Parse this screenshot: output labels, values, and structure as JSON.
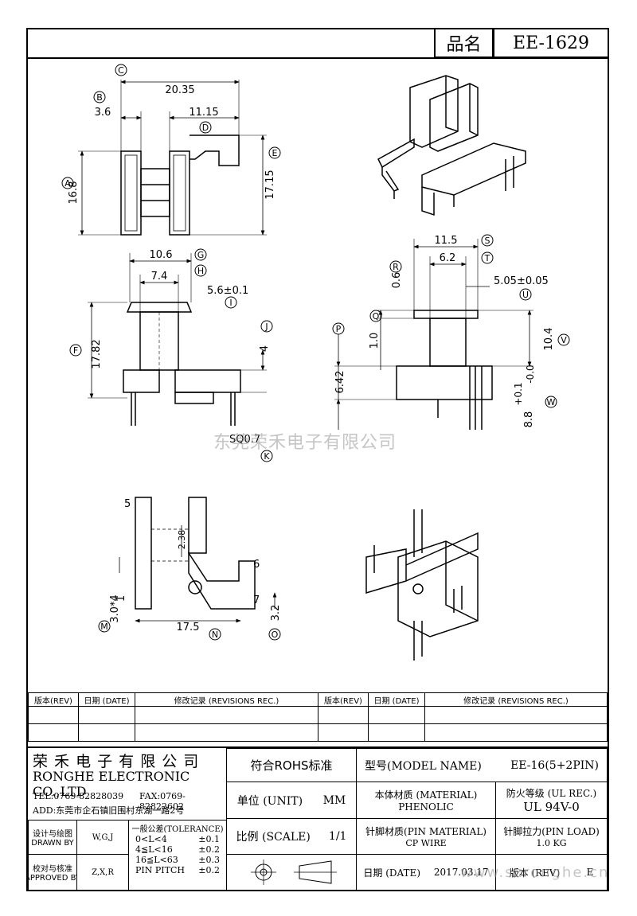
{
  "header": {
    "name_label": "品名",
    "part_no": "EE-1629"
  },
  "views": {
    "top": {
      "C": "20.35",
      "B": "3.6",
      "D": "11.15",
      "A": "16.8",
      "E": "17.15"
    },
    "front": {
      "G": "10.6",
      "H": "7.4",
      "I": "5.6±0.1",
      "F": "17.82",
      "J": "4",
      "K": "SQ0.7"
    },
    "side": {
      "S": "11.5",
      "T": "6.2",
      "R": "0.6",
      "U": "5.05±0.05",
      "Q": "1.0",
      "V": "10.4",
      "P": "6.42",
      "W_plus": "+0.1",
      "W_minus": "-0.0",
      "W_val": "8.8"
    },
    "bottom": {
      "pin5": "5",
      "pin6": "6",
      "pin7": "7",
      "pin1": "1",
      "d238": "2.38",
      "M": "3.0*4",
      "N": "17.5",
      "O": "3.2"
    }
  },
  "circle_labels": {
    "A": "A",
    "B": "B",
    "C": "C",
    "D": "D",
    "E": "E",
    "F": "F",
    "G": "G",
    "H": "H",
    "I": "I",
    "J": "J",
    "K": "K",
    "M": "M",
    "N": "N",
    "O": "O",
    "P": "P",
    "Q": "Q",
    "R": "R",
    "S": "S",
    "T": "T",
    "U": "U",
    "V": "V",
    "W": "W"
  },
  "revisions": {
    "rev": "版本(REV)",
    "date": "日期 (DATE)",
    "rec": "修改记录 (REVISIONS REC.)"
  },
  "title_block": {
    "company_cn": "荣 禾 电 子 有 限 公 司",
    "company_en": "RONGHE ELECTRONIC CO.,LTD",
    "tel": "TEL:0769-82828039",
    "fax": "FAX:0769-82822602",
    "addr": "ADD:东莞市企石镇旧围村东湖一路2号",
    "rohs": "符合ROHS标准",
    "model_label": "型号(MODEL NAME)",
    "model_value": "EE-16(5+2PIN)",
    "unit_label": "单位 (UNIT)",
    "unit_value": "MM",
    "material_label": "本体材质 (MATERIAL)",
    "material_value": "PHENOLIC",
    "fire_label": "防火等级 (UL REC.)",
    "fire_value": "UL 94V-0",
    "designed_label": "设计与绘图",
    "drawn_label": "DRAWN BY",
    "drawn_value": "W,G,J",
    "checked_label": "校对与核准",
    "approved_label": "APPROVED BY",
    "approved_value": "Z,X,R",
    "tol_title": "一般公差(TOLERANCE)",
    "tol": [
      {
        "range": "0<L<4",
        "value": "±0.1"
      },
      {
        "range": "4≦L<16",
        "value": "±0.2"
      },
      {
        "range": "16≦L<63",
        "value": "±0.3"
      },
      {
        "range": "PIN PITCH",
        "value": "±0.2"
      }
    ],
    "scale_label": "比例 (SCALE)",
    "scale_value": "1/1",
    "pin_mat_label": "针脚材质(PIN MATERIAL)",
    "pin_mat_value": "CP WIRE",
    "pin_load_label": "针脚拉力(PIN LOAD)",
    "pin_load_value": "1.0 KG",
    "date_label": "日期 (DATE)",
    "date_value": "2017.03.17",
    "version_label": "版本 (REV)",
    "version_value": "E"
  },
  "watermark": "东莞荣禾电子有限公司",
  "watermark_url": "www.szronghe.cn"
}
